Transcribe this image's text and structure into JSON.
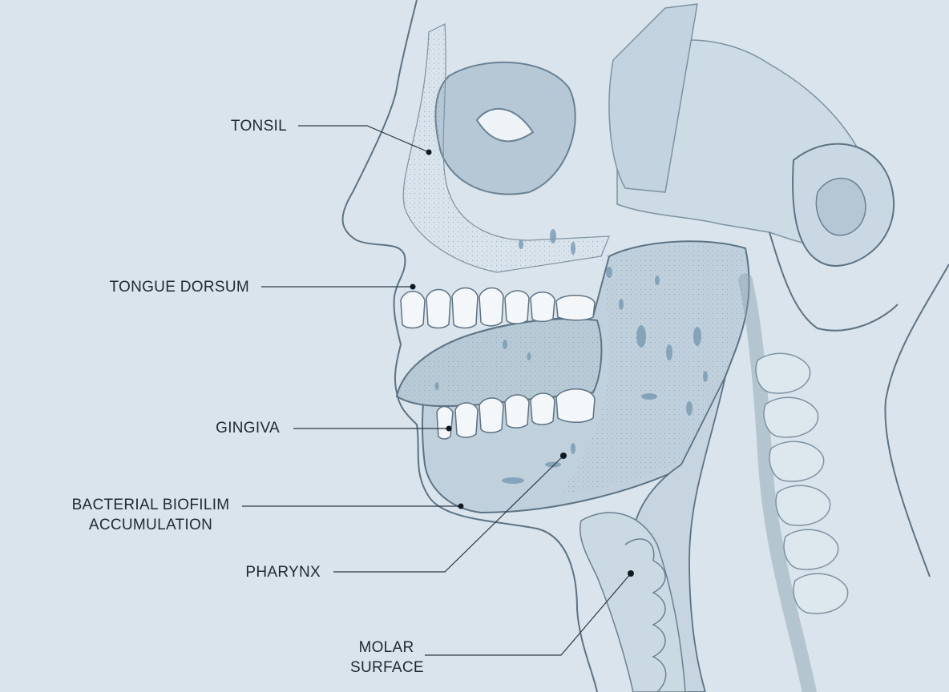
{
  "colors": {
    "background": "#d9e4ec",
    "outline": "#5d7384",
    "tissue": "#c3d3df",
    "tissue_dark": "#a9bfd0",
    "bacteria": "#6f94ad",
    "leader": "#2c3a44",
    "dot": "#111a20"
  },
  "labels": {
    "tonsil": {
      "lines": [
        "TONSIL"
      ]
    },
    "tongue_dorsum": {
      "lines": [
        "TONGUE DORSUM"
      ]
    },
    "gingiva": {
      "lines": [
        "GINGIVA"
      ]
    },
    "biofilm": {
      "lines": [
        "BACTERIAL BIOFILIM",
        "ACCUMULATION"
      ]
    },
    "pharynx": {
      "lines": [
        "PHARYNX"
      ]
    },
    "molar_surface": {
      "lines": [
        "MOLAR",
        "SURFACE"
      ]
    }
  }
}
